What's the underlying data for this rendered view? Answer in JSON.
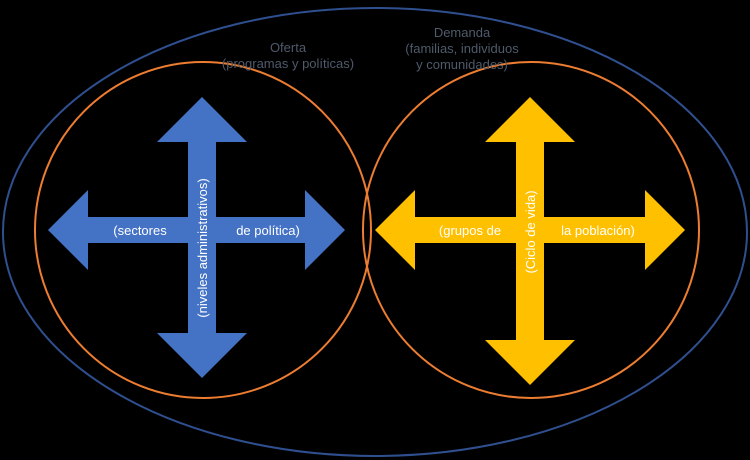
{
  "oferta": {
    "title": "Oferta",
    "subtitle": "(programas y políticas)"
  },
  "demanda": {
    "title": "Demanda",
    "subtitle_line1": "(familias, individuos",
    "subtitle_line2": "y comunidades)"
  },
  "blue_cross": {
    "left": "(sectores",
    "right": "de política)",
    "vertical": "(niveles administrativos)"
  },
  "yellow_cross": {
    "left": "(grupos de",
    "right": "la población)",
    "vertical": "(Ciclo de vida)"
  },
  "colors": {
    "outer": "#2f4f8f",
    "circles": "#ed7d31",
    "blue": "#4472c4",
    "yellow": "#ffc000"
  }
}
